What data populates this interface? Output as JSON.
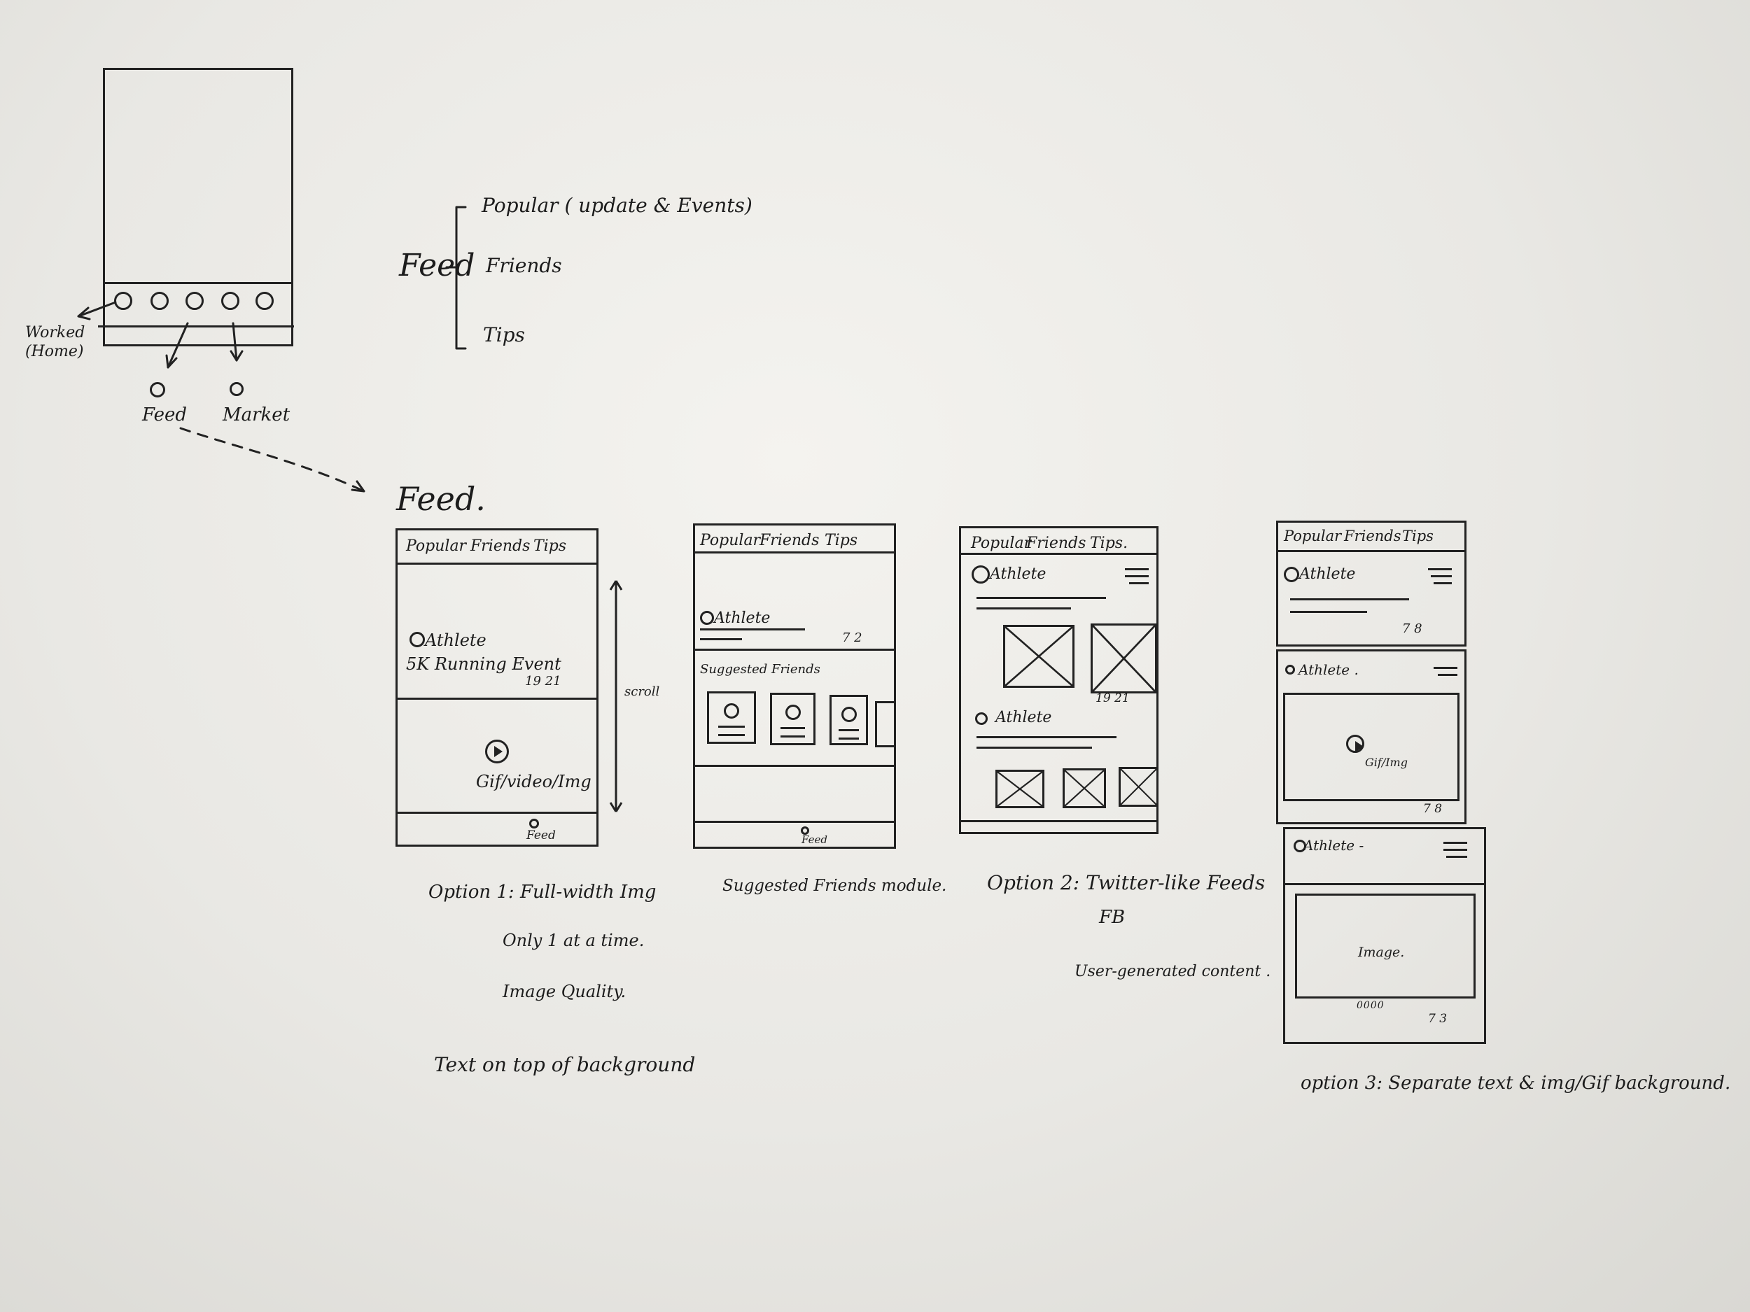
{
  "home_sketch": {
    "left_label": [
      "Worked",
      "(Home)"
    ],
    "feed_label": "Feed",
    "market_label": "Market"
  },
  "feed_tree": {
    "root": "Feed",
    "items": [
      "Popular ( update & Events)",
      "Friends",
      "Tips"
    ]
  },
  "feed_heading": "Feed.",
  "tabs": {
    "option1": [
      "Popular",
      "Friends",
      "Tips"
    ],
    "suggested": [
      "Popular",
      "Friends",
      "Tips"
    ],
    "option2": [
      "Popular",
      "Friends",
      "Tips."
    ],
    "option3": [
      "Popular",
      "Friends",
      "Tips"
    ]
  },
  "option1_mock": {
    "athlete": "Athlete",
    "event": "5K Running Event",
    "counts": "19 21",
    "media": "Gif/video/Img",
    "bottom": "Feed",
    "scroll": "scroll"
  },
  "suggested_mock": {
    "athlete": "Athlete",
    "counts": "7 2",
    "section": "Suggested Friends",
    "bottom": "Feed"
  },
  "option2_mock": {
    "athlete1": "Athlete",
    "counts": "19 21",
    "athlete2": "Athlete"
  },
  "option3_mock": {
    "athlete1": "Athlete",
    "counts1": "7 8",
    "athlete2": "Athlete .",
    "media": "Gif/Img",
    "counts2": "7 8",
    "athlete3": "Athlete -",
    "image": "Image.",
    "dots": "0000",
    "counts3": "7 3"
  },
  "captions": {
    "option1": [
      "Option 1: Full-width Img",
      "Only 1 at a time.",
      "Image Quality.",
      "Text on top of background"
    ],
    "suggested": "Suggested Friends module.",
    "option2": [
      "Option 2: Twitter-like Feeds",
      "FB",
      "User-generated content ."
    ],
    "option3": "option 3: Separate text & img/Gif background."
  }
}
